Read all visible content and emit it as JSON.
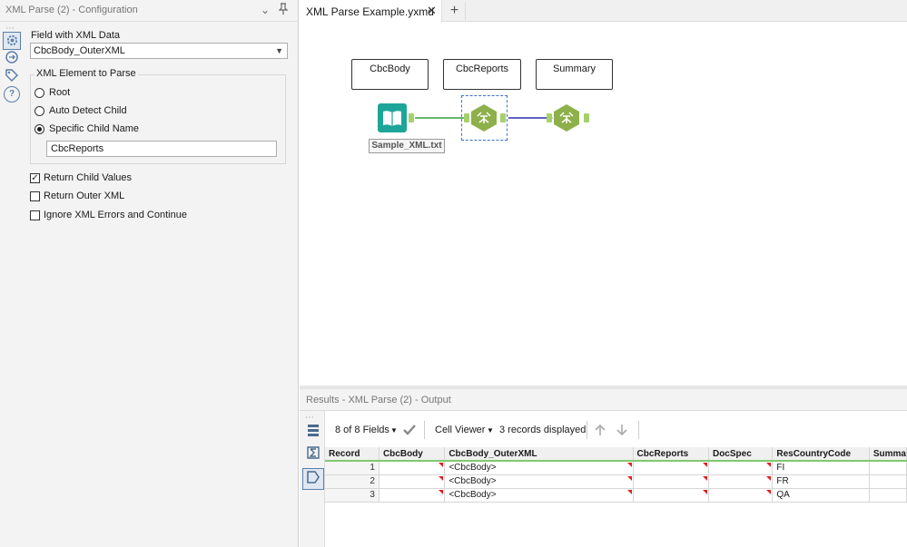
{
  "config_panel": {
    "title": "XML Parse (2) - Configuration",
    "field_label": "Field with XML Data",
    "field_value": "CbcBody_OuterXML",
    "element_group_label": "XML Element to Parse",
    "radio_options": [
      "Root",
      "Auto Detect Child",
      "Specific Child Name"
    ],
    "selected_radio": "Specific Child Name",
    "child_name_value": "CbcReports",
    "checkboxes": [
      {
        "label": "Return Child Values",
        "checked": true
      },
      {
        "label": "Return Outer XML",
        "checked": false
      },
      {
        "label": "Ignore XML Errors and Continue",
        "checked": false
      }
    ]
  },
  "tabs": {
    "active_label": "XML Parse Example.yxmd",
    "close_glyph": "✕",
    "add_glyph": "+"
  },
  "canvas": {
    "comments": [
      "CbcBody",
      "CbcReports",
      "Summary"
    ],
    "input_tool_caption": "Sample_XML.txt"
  },
  "results": {
    "title": "Results - XML Parse (2) - Output",
    "fields_label": "8 of 8 Fields",
    "viewer_label": "Cell Viewer",
    "records_label": "3 records displayed",
    "columns": [
      "Record",
      "CbcBody",
      "CbcBody_OuterXML",
      "CbcReports",
      "DocSpec",
      "ResCountryCode",
      "Summa"
    ],
    "rows": [
      [
        "1",
        "",
        "<CbcBody>",
        "",
        "",
        "FI",
        ""
      ],
      [
        "2",
        "",
        "<CbcBody>",
        "",
        "",
        "FR",
        ""
      ],
      [
        "3",
        "",
        "<CbcBody>",
        "",
        "",
        "QA",
        ""
      ]
    ]
  },
  "colors": {
    "accent_green": "#7ab648",
    "tool_green": "#8db04a",
    "input_teal": "#1ea59a",
    "connection_green": "#3a9d3a",
    "connection_blue": "#2d2db0",
    "null_marker": "#e02020"
  }
}
